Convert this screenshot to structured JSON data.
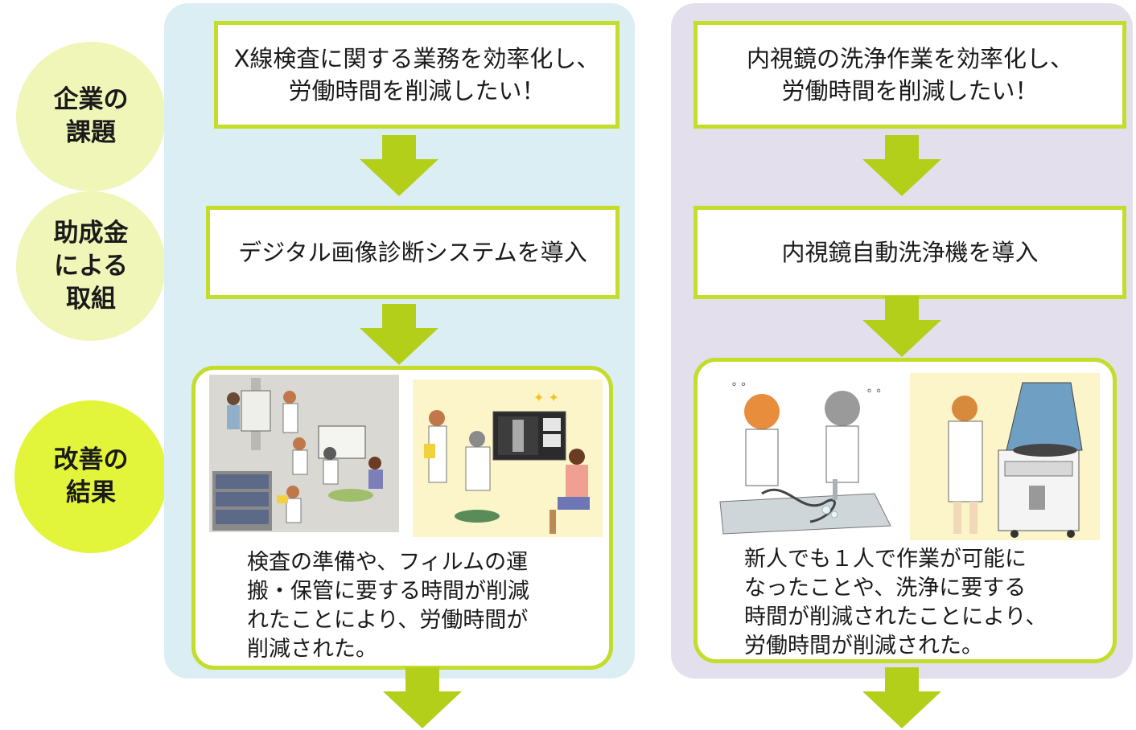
{
  "labels": {
    "issue": "企業の\n課題",
    "initiative": "助成金\nによる\n取組",
    "result": "改善の\n結果"
  },
  "left": {
    "issue": "X線検査に関する業務を効率化し、\n労働時間を削減したい！",
    "initiative": "デジタル画像診断システムを導入",
    "result": "検査の準備や、フィルムの運\n搬・保管に要する時間が削減\nれたことにより、労働時間が\n削減された。"
  },
  "right": {
    "issue": "内視鏡の洗浄作業を効率化し、\n労働時間を削減したい！",
    "initiative": "内視鏡自動洗浄機を導入",
    "result": "新人でも１人で作業が可能に\nなったことや、洗浄に要する\n時間が削減されたことにより、\n労働時間が削減された。"
  },
  "colors": {
    "accent_green": "#c4dc2a",
    "arrow_green": "#b4cf1a",
    "left_panel": "#daeef4",
    "right_panel": "#e3dfec",
    "bubble_pale": "#f0f6b8",
    "bubble_bright": "#e3f53a"
  }
}
